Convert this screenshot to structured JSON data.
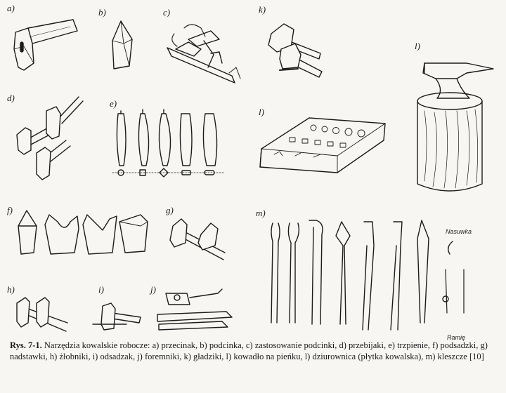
{
  "labels": {
    "a": "a)",
    "b": "b)",
    "c": "c)",
    "k": "k)",
    "l1": "l)",
    "d": "d)",
    "e": "e)",
    "l2": "l)",
    "f": "f)",
    "g": "g)",
    "m": "m)",
    "h": "h)",
    "i": "i)",
    "j": "j)"
  },
  "tong_parts": {
    "top": "Nasuwka",
    "bottom": "Ramię"
  },
  "caption": {
    "prefix": "Rys. 7-1.",
    "text": " Narzędzia kowalskie robocze: a) przecinak, b) podcinka, c) zastosowanie podcinki, d) przebijaki, e) trzpienie, f) podsadzki, g) nadstawki, h) żłobniki, i) odsadzak, j) foremniki, k) gładziki, l) kowadło na pieńku, l) dziurownica (płytka kowalska), m) kleszcze [10]"
  },
  "colors": {
    "ink": "#1b1b1b",
    "paper": "#f7f6f2"
  }
}
